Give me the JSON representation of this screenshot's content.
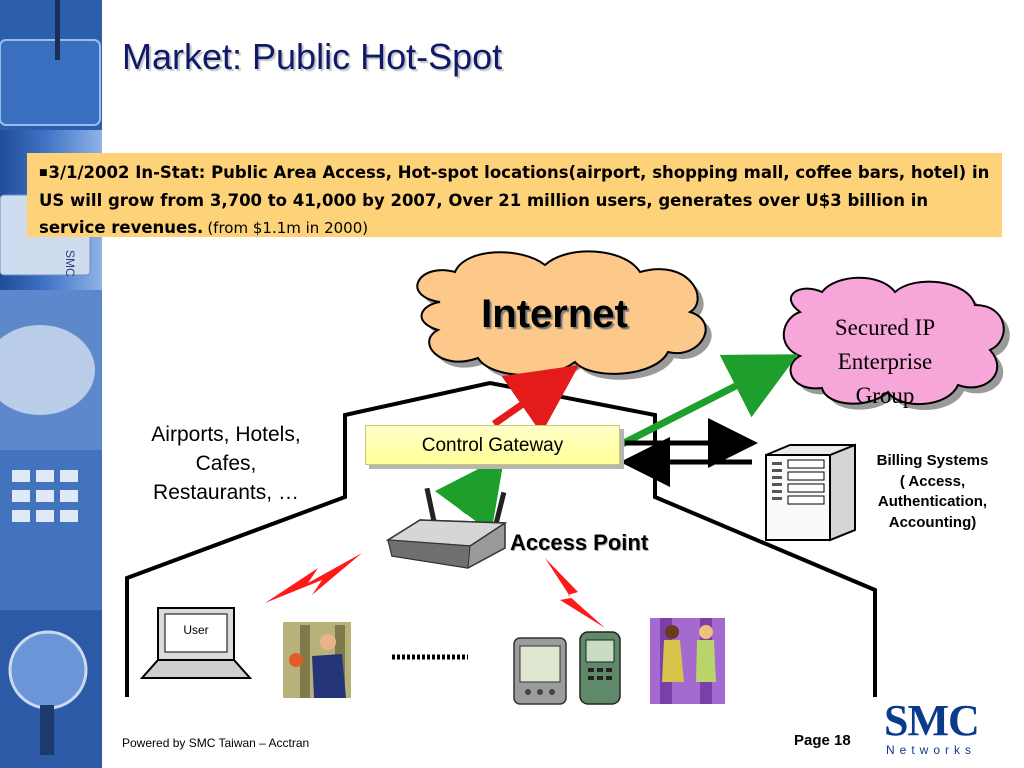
{
  "slide": {
    "title": "Market: Public Hot-Spot",
    "quote": {
      "text": "3/1/2002 In-Stat: Public Area Access, Hot-spot locations(airport, shopping mall, coffee bars, hotel) in US will grow from 3,700 to 41,000 by 2007, Over 21 million users, generates over U$3 billion in service revenues.",
      "note": "(from $1.1m in 2000)"
    },
    "clouds": {
      "internet": "Internet",
      "enterprise_lines": [
        "Secured IP",
        "Enterprise",
        "Group"
      ]
    },
    "venues_lines": [
      "Airports, Hotels,",
      "Cafes,",
      "Restaurants, …"
    ],
    "control_gateway": "Control Gateway",
    "access_point": "Access Point",
    "billing_lines": [
      "Billing Systems",
      "( Access,",
      "Authentication,",
      "Accounting)"
    ],
    "user_screen_label": "User",
    "footer": "Powered by SMC Taiwan – Acctran",
    "page_label": "Page 18",
    "logo": {
      "main": "SMC",
      "sub": "Networks"
    }
  },
  "colors": {
    "title": "#101a6b",
    "quote_bg": "#fdd279",
    "internet_cloud": "#fcc98a",
    "enterprise_cloud": "#f7a6d9",
    "gateway_bg": "#ffff99",
    "arrow_red": "#e41b1b",
    "arrow_green": "#1e9e2a",
    "lightning": "#ff1a1a",
    "logo": "#0a3a8c"
  },
  "icons": [
    "router-icon",
    "laptop-icon",
    "businessman-icon",
    "pda-icon",
    "phone-icon",
    "people-icon",
    "server-icon",
    "lightning-icon"
  ]
}
